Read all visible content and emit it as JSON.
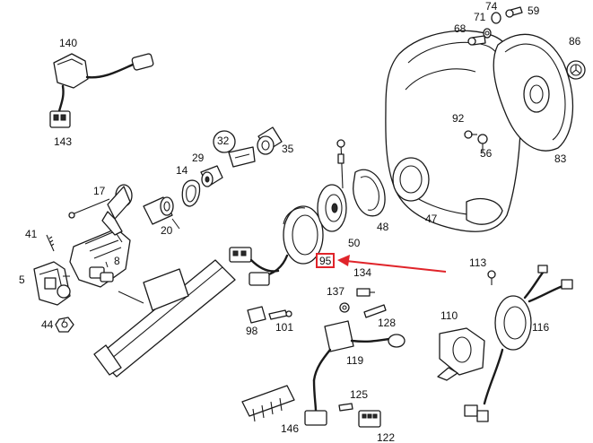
{
  "callouts": {
    "c140": "140",
    "c143": "143",
    "c74": "74",
    "c71": "71",
    "c59": "59",
    "c68": "68",
    "c86": "86",
    "c92": "92",
    "c56": "56",
    "c83": "83",
    "c32": "32",
    "c29": "29",
    "c14": "14",
    "c35": "35",
    "c17": "17",
    "c20": "20",
    "c41": "41",
    "c8": "8",
    "c5": "5",
    "c44": "44",
    "c47": "47",
    "c48": "48",
    "c50": "50",
    "c95": "95",
    "c134": "134",
    "c113": "113",
    "c137": "137",
    "c128": "128",
    "c98": "98",
    "c101": "101",
    "c110": "110",
    "c116": "116",
    "c119": "119",
    "c125": "125",
    "c146": "146",
    "c122": "122"
  },
  "highlight": {
    "label": "95",
    "color": "#e0242a"
  },
  "colors": {
    "ink": "#1a1a1a",
    "background": "#ffffff",
    "accent": "#e0242a"
  }
}
